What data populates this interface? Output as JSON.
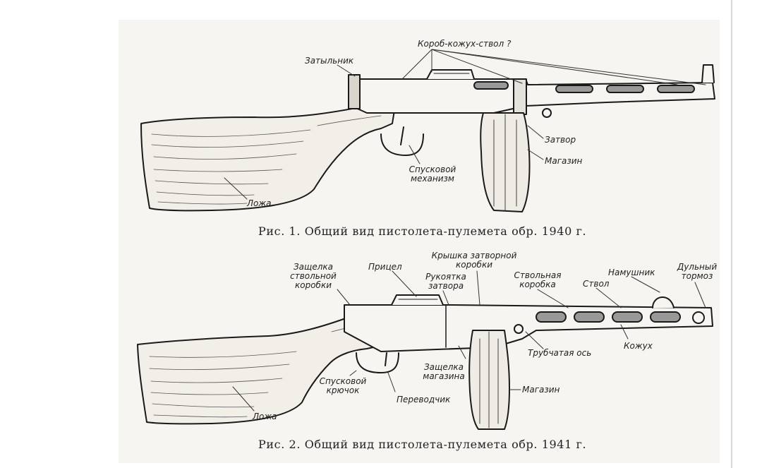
{
  "figure1": {
    "caption": "Рис. 1. Общий вид пистолета-пулемета обр. 1940 г.",
    "labels": {
      "receiver_jacket_barrel": "Короб-кожух-ствол ?",
      "butt_plate": "Затыльник",
      "bolt": "Затвор",
      "magazine": "Магазин",
      "trigger_mech_1": "Спусковой",
      "trigger_mech_2": "механизм",
      "stock": "Ложа"
    }
  },
  "figure2": {
    "caption": "Рис. 2. Общий вид пистолета-пулемета обр. 1941 г.",
    "labels": {
      "latch_1": "Защелка",
      "latch_2": "ствольной",
      "latch_3": "коробки",
      "sight": "Прицел",
      "handle_1": "Рукоятка",
      "handle_2": "затвора",
      "cover_1": "Крышка затворной",
      "cover_2": "коробки",
      "barrel_box_1": "Ствольная",
      "barrel_box_2": "коробка",
      "barrel": "Ствол",
      "front_sight": "Намушник",
      "brake_1": "Дульный",
      "brake_2": "тормоз",
      "tubular_axis": "Трубчатая ось",
      "jacket": "Кожух",
      "mag_latch_1": "Защелка",
      "mag_latch_2": "магазина",
      "magazine": "Магазин",
      "trigger_1": "Спусковой",
      "trigger_2": "крючок",
      "selector": "Переводчик",
      "stock": "Ложа"
    }
  }
}
